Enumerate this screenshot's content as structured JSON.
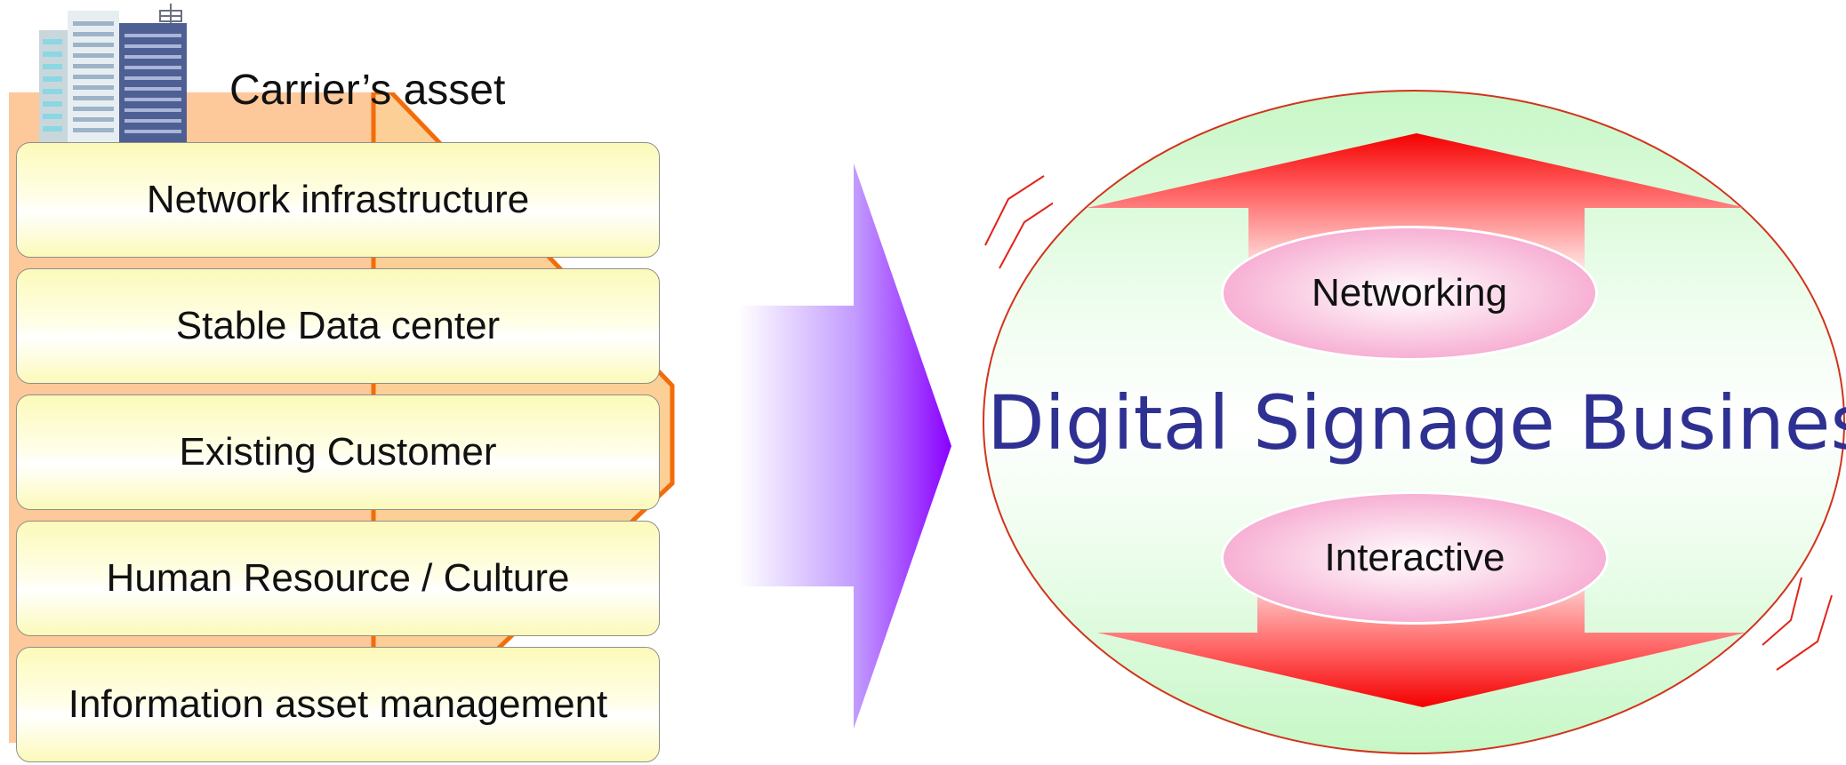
{
  "carrier": {
    "title": "Carrier’s asset",
    "assets": [
      "Network infrastructure",
      "Stable Data center",
      "Existing Customer",
      "Human Resource / Culture",
      "Information asset management"
    ]
  },
  "business": {
    "title": "Digital Signage Business",
    "networking_label": "Networking",
    "interactive_label": "Interactive"
  },
  "colors": {
    "asset_box_fill": "#fcfab9",
    "orange_back": "#fdc89a",
    "arrow_purple": "#8a00ff",
    "title_blue": "#2e3192",
    "ellipse_green": "#c8f8c8",
    "ellipse_border": "#d2331c",
    "red_arrow": "#f00000",
    "pill_pink": "#f48fc2"
  }
}
